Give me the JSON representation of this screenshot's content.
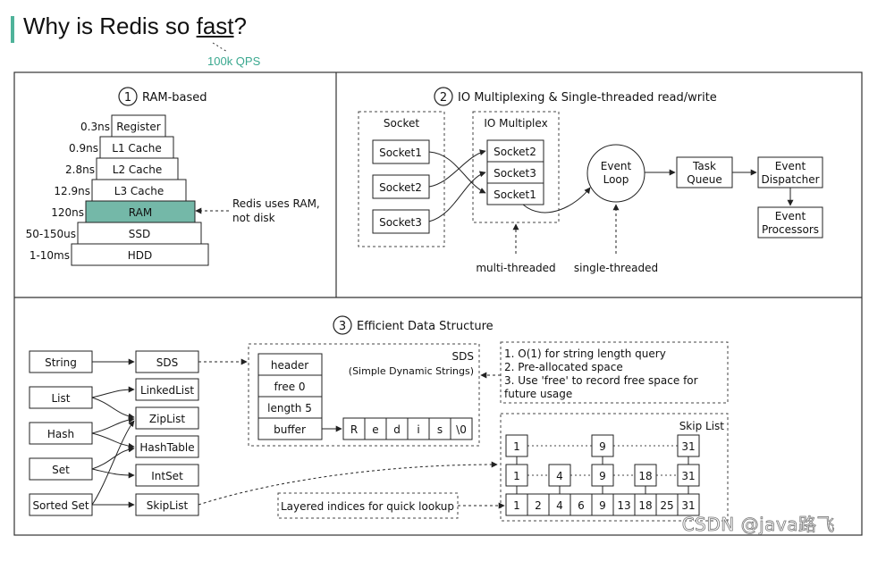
{
  "header": {
    "title_prefix": "Why is Redis so ",
    "title_fast": "fast",
    "title_suffix": "?",
    "qps_note": "100k QPS"
  },
  "section1": {
    "number": "1",
    "title": "RAM-based",
    "levels": [
      {
        "latency": "0.3ns",
        "label": "Register"
      },
      {
        "latency": "0.9ns",
        "label": "L1 Cache"
      },
      {
        "latency": "2.8ns",
        "label": "L2 Cache"
      },
      {
        "latency": "12.9ns",
        "label": "L3 Cache"
      },
      {
        "latency": "120ns",
        "label": "RAM"
      },
      {
        "latency": "50-150us",
        "label": "SSD"
      },
      {
        "latency": "1-10ms",
        "label": "HDD"
      }
    ],
    "note_line1": "Redis uses RAM,",
    "note_line2": "not disk",
    "highlight_color": "#74b8a8"
  },
  "section2": {
    "number": "2",
    "title": "IO Multiplexing & Single-threaded read/write",
    "socket_group": "Socket",
    "sockets": [
      "Socket1",
      "Socket2",
      "Socket3"
    ],
    "mux_group": "IO Multiplex",
    "mux_items": [
      "Socket2",
      "Socket3",
      "Socket1"
    ],
    "event_loop_line1": "Event",
    "event_loop_line2": "Loop",
    "task_queue_line1": "Task",
    "task_queue_line2": "Queue",
    "dispatcher_line1": "Event",
    "dispatcher_line2": "Dispatcher",
    "processors_line1": "Event",
    "processors_line2": "Processors",
    "multi_threaded": "multi-threaded",
    "single_threaded": "single-threaded"
  },
  "section3": {
    "number": "3",
    "title": "Efficient Data Structure",
    "types": [
      "String",
      "List",
      "Hash",
      "Set",
      "Sorted Set"
    ],
    "encodings": [
      "SDS",
      "LinkedList",
      "ZipList",
      "HashTable",
      "IntSet",
      "SkipList"
    ],
    "sds_fields": [
      "header",
      "free 0",
      "length 5",
      "buffer"
    ],
    "sds_title": "SDS",
    "sds_subtitle": "(Simple Dynamic Strings)",
    "buffer_chars": [
      "R",
      "e",
      "d",
      "i",
      "s",
      "\\0"
    ],
    "notes": [
      "1. O(1) for string length query",
      "2. Pre-allocated space",
      "3. Use 'free' to record free space for",
      "future usage"
    ],
    "skiplist_title": "Skip List",
    "skip_level2": [
      "1",
      "9",
      "31"
    ],
    "skip_level1": [
      "1",
      "4",
      "9",
      "18",
      "31"
    ],
    "skip_level0": [
      "1",
      "2",
      "4",
      "6",
      "9",
      "13",
      "18",
      "25",
      "31"
    ],
    "layered_note": "Layered indices for quick lookup"
  },
  "watermark": "CSDN @java路飞"
}
